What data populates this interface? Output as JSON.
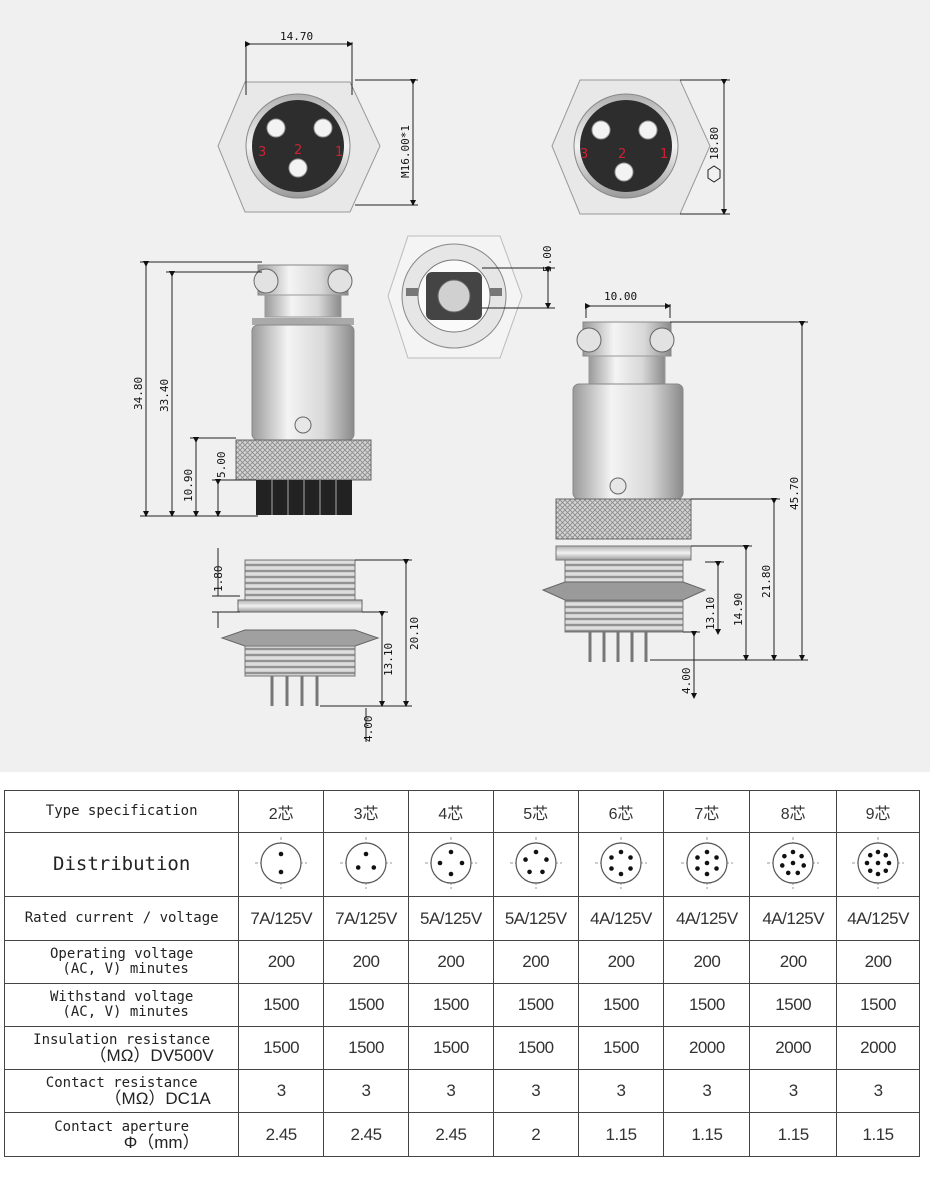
{
  "drawing": {
    "dims": {
      "top_width": "14.70",
      "thread": "M16.00*1",
      "hex": "18.80",
      "slot": "5.00",
      "nut_width": "10.00",
      "h_total_left": "34.80",
      "h_body_left": "33.40",
      "h_knurl_left": "10.90",
      "h_pins_left": "5.00",
      "h_total_right": "45.70",
      "h_21": "21.80",
      "h_14": "14.90",
      "h_13r": "13.10",
      "h_4r": "4.00",
      "panel_flange": "1.80",
      "panel_total": "20.10",
      "panel_13": "13.10",
      "panel_pins": "4.00"
    },
    "pin_numbers": [
      "3",
      "2",
      "1"
    ]
  },
  "table": {
    "header_label": "Type specification",
    "types": [
      "2芯",
      "3芯",
      "4芯",
      "5芯",
      "6芯",
      "7芯",
      "8芯",
      "9芯"
    ],
    "distribution_label": "Distribution",
    "pin_counts": [
      2,
      3,
      4,
      5,
      6,
      7,
      8,
      9
    ],
    "rows": [
      {
        "label1": "Rated current / voltage",
        "label2": "",
        "values": [
          "7A/125V",
          "7A/125V",
          "5A/125V",
          "5A/125V",
          "4A/125V",
          "4A/125V",
          "4A/125V",
          "4A/125V"
        ]
      },
      {
        "label1": "Operating voltage",
        "label2": "(AC, V) minutes",
        "values": [
          "200",
          "200",
          "200",
          "200",
          "200",
          "200",
          "200",
          "200"
        ]
      },
      {
        "label1": "Withstand voltage",
        "label2": "(AC, V) minutes",
        "values": [
          "1500",
          "1500",
          "1500",
          "1500",
          "1500",
          "1500",
          "1500",
          "1500"
        ]
      },
      {
        "label1": "Insulation resistance",
        "label2": "（MΩ）DV500V",
        "values": [
          "1500",
          "1500",
          "1500",
          "1500",
          "1500",
          "2000",
          "2000",
          "2000"
        ]
      },
      {
        "label1": "Contact resistance",
        "label2": "（MΩ）DC1A",
        "values": [
          "3",
          "3",
          "3",
          "3",
          "3",
          "3",
          "3",
          "3"
        ]
      },
      {
        "label1": "Contact aperture",
        "label2": "Φ（mm）",
        "values": [
          "2.45",
          "2.45",
          "2.45",
          "2",
          "1.15",
          "1.15",
          "1.15",
          "1.15"
        ]
      }
    ]
  }
}
